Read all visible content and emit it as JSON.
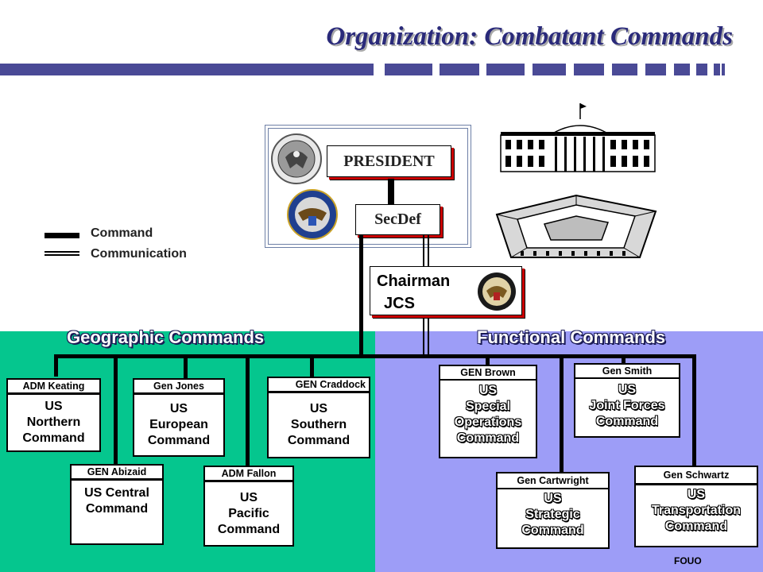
{
  "title": "Organization: Combatant Commands",
  "legend": {
    "command": "Command",
    "communication": "Communication"
  },
  "president": "PRESIDENT",
  "secdef": "SecDef",
  "chairman": {
    "line1": "Chairman",
    "line2": "JCS"
  },
  "sections": {
    "geographic": "Geographic Commands",
    "functional": "Functional Commands"
  },
  "geographic": [
    {
      "commander": "ADM Keating",
      "lines": [
        "US",
        "Northern",
        "Command"
      ]
    },
    {
      "commander": "Gen Jones",
      "lines": [
        "US",
        "European",
        "Command"
      ]
    },
    {
      "commander": "GEN Craddock",
      "lines": [
        "US",
        "Southern",
        "Command"
      ]
    },
    {
      "commander": "GEN Abizaid",
      "lines": [
        "US Central",
        "Command"
      ]
    },
    {
      "commander": "ADM Fallon",
      "lines": [
        "US",
        "Pacific",
        "Command"
      ]
    }
  ],
  "functional": [
    {
      "commander": "GEN Brown",
      "lines": [
        "US",
        "Special",
        "Operations",
        "Command"
      ]
    },
    {
      "commander": "Gen Smith",
      "lines": [
        "US",
        "Joint Forces",
        "Command"
      ]
    },
    {
      "commander": "Gen Cartwright",
      "lines": [
        "US",
        "Strategic",
        "Command"
      ]
    },
    {
      "commander": "Gen Schwartz",
      "lines": [
        "US",
        "Transportation",
        "Command"
      ]
    }
  ],
  "marking": "FOUO",
  "icons": [
    "presidential-seal-icon",
    "defense-department-seal-icon",
    "joint-chiefs-seal-icon",
    "white-house-icon",
    "pentagon-icon"
  ],
  "colors": {
    "geographic_band": "#05c68e",
    "functional_band": "#9d9df7",
    "title": "#2a2a7a",
    "accent_shadow": "#cc0000"
  }
}
